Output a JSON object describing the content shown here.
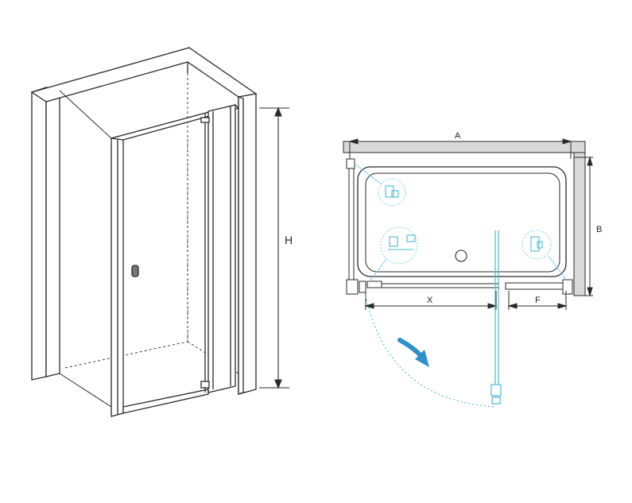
{
  "perspective_view": {
    "height_label": "H"
  },
  "plan_view": {
    "dimension_labels": {
      "a": "A",
      "b": "B",
      "x": "X",
      "f": "F"
    }
  },
  "colors": {
    "line": "#2a2a2a",
    "wall_fill": "#ffffff",
    "wall_shade": "#d9d9d9",
    "glass_blue": "#4db8d8",
    "arrow_blue": "#2f8fc8",
    "detail_circle": "#7fd0e8"
  }
}
